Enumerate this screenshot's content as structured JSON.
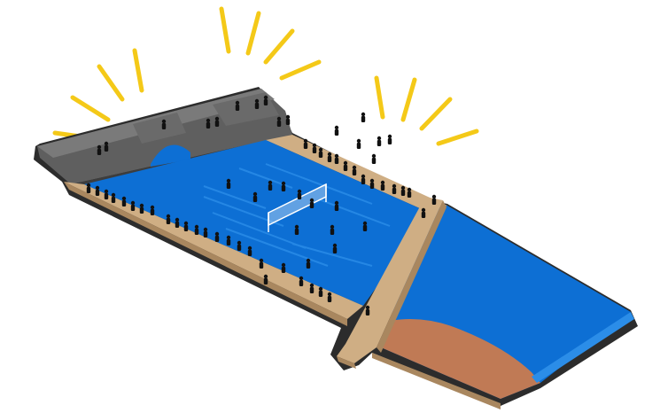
{
  "scene": {
    "description_type": "isometric-illustration",
    "elements": [
      "sun-rays-left",
      "sun-rays-right",
      "stone-wall",
      "bridge-arch",
      "pool-water",
      "river-water",
      "sand-bank",
      "wooden-deck",
      "footbridge",
      "volleyball-net",
      "people"
    ]
  },
  "colors": {
    "water": "#0d6fd4",
    "water_dark": "#0a5fb8",
    "water_light": "#2b8de8",
    "deck": "#cfae84",
    "deck_side": "#a9875f",
    "wall": "#5f5f5f",
    "wall_dark": "#3d3d3d",
    "wall_light": "#7a7a7a",
    "sand": "#c07a55",
    "outline": "#2c2c2c",
    "rays": "#f4c918",
    "people": "#111111",
    "net": "#ffffff"
  }
}
